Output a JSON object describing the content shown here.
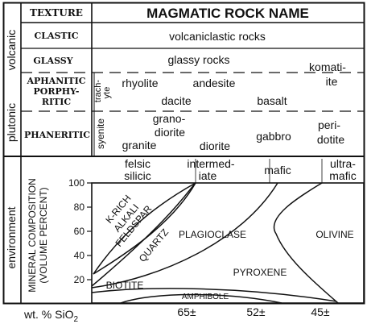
{
  "header": {
    "texture": "TEXTURE",
    "rock_name": "MAGMATIC ROCK NAME"
  },
  "left_labels": {
    "plutonic": "plutonic",
    "volcanic": "volcanic",
    "environment": "environment"
  },
  "textures": {
    "clastic": "CLASTIC",
    "glassy": "GLASSY",
    "aphanitic": [
      "APHANITIC",
      "PORPHY-",
      "RITIC"
    ],
    "phaneritic": "PHANERITIC"
  },
  "rocks": {
    "volcaniclastic": "volcaniclastic rocks",
    "glassy": "glassy rocks",
    "trachyte": [
      "trach-",
      "yte"
    ],
    "syenite": "syenite",
    "rhyolite": "rhyolite",
    "andesite": "andesite",
    "komatiite": [
      "komati-",
      "ite"
    ],
    "dacite": "dacite",
    "basalt": "basalt",
    "granodiorite": [
      "grano-",
      "diorite"
    ],
    "granite": "granite",
    "diorite": "diorite",
    "gabbro": "gabbro",
    "peridotite": [
      "peri-",
      "dotite"
    ]
  },
  "composition_classes": {
    "felsic": [
      "felsic",
      "silicic"
    ],
    "intermediate": [
      "intermed-",
      "iate"
    ],
    "mafic": "mafic",
    "ultramafic": [
      "ultra-",
      "mafic"
    ]
  },
  "axis": {
    "ylabel": [
      "MINERAL COMPOSITION",
      "(VOLUME PERCENT)"
    ],
    "yticks": [
      "100",
      "80",
      "60",
      "40",
      "20"
    ],
    "xlabel_prefix": "wt. % SiO",
    "xlabel_sub": "2",
    "xticks": [
      "65±",
      "52±",
      "45±"
    ]
  },
  "minerals": {
    "krich": [
      "K-RICH",
      "ALKALI",
      "FELDSPAR"
    ],
    "quartz": "QUARTZ",
    "plagioclase": "PLAGIOCLASE",
    "olivine": "OLIVINE",
    "pyroxene": "PYROXENE",
    "biotite": "BIOTITE",
    "amphibole": "AMPHIBOLE"
  }
}
